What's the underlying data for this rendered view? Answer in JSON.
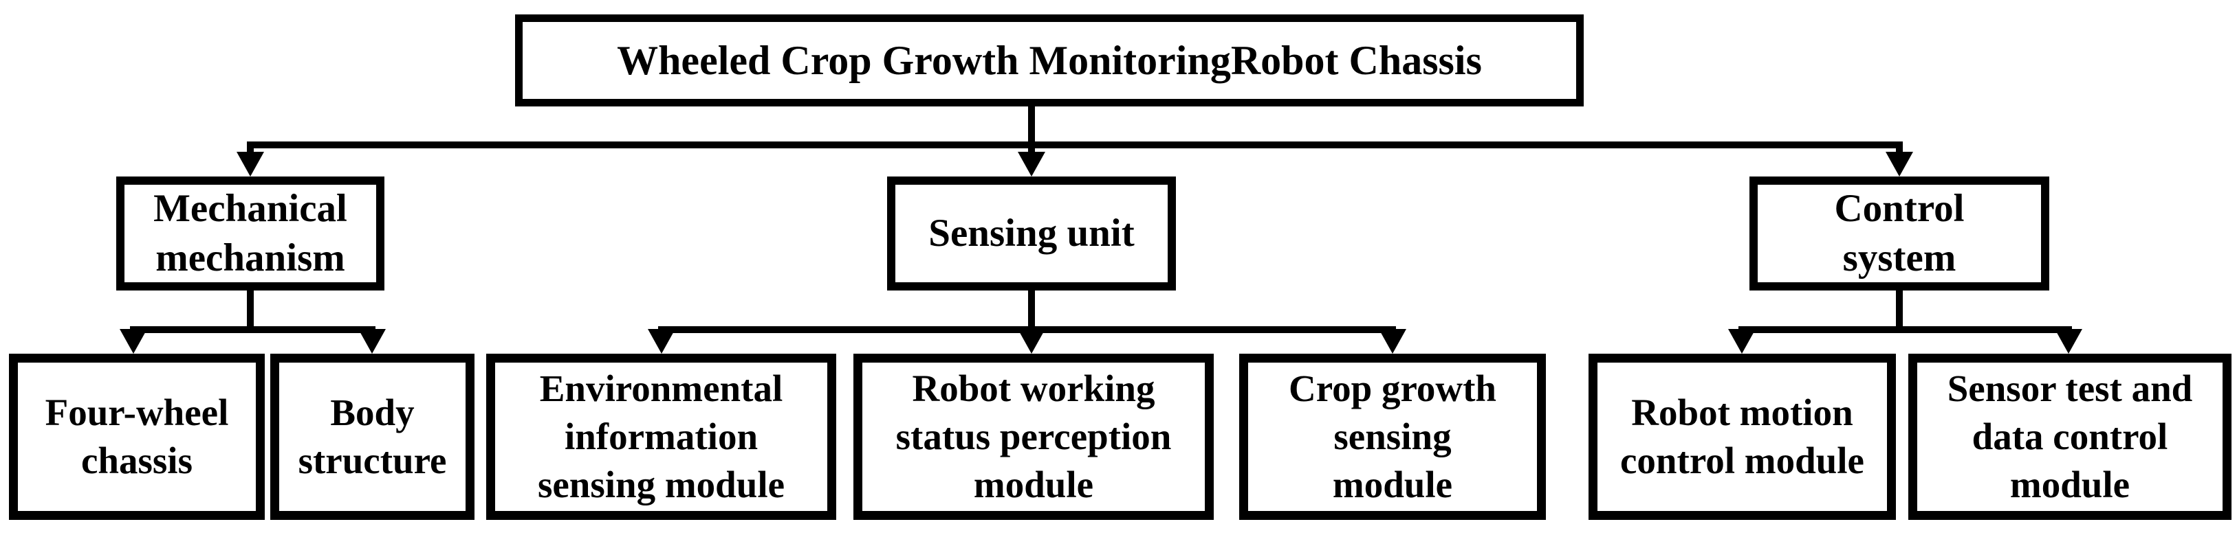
{
  "diagram": {
    "type": "hierarchy-flowchart",
    "colors": {
      "line": "#000000",
      "box_fill": "#ffffff",
      "background": "#ffffff",
      "text": "#000000"
    },
    "nodes": {
      "root": "Wheeled Crop Growth MonitoringRobot Chassis",
      "mechanical": "Mechanical\nmechanism",
      "sensing": "Sensing unit",
      "control": "Control\nsystem",
      "four_wheel": "Four-wheel\nchassis",
      "body_structure": "Body\nstructure",
      "environmental": "Environmental\ninformation\nsensing module",
      "robot_working": "Robot working\nstatus perception\nmodule",
      "crop_growth": "Crop growth\nsensing\nmodule",
      "robot_motion": "Robot motion\ncontrol module",
      "sensor_test": "Sensor test and\ndata control\nmodule"
    },
    "edges": [
      [
        "root",
        "mechanical"
      ],
      [
        "root",
        "sensing"
      ],
      [
        "root",
        "control"
      ],
      [
        "mechanical",
        "four_wheel"
      ],
      [
        "mechanical",
        "body_structure"
      ],
      [
        "sensing",
        "environmental"
      ],
      [
        "sensing",
        "robot_working"
      ],
      [
        "sensing",
        "crop_growth"
      ],
      [
        "control",
        "robot_motion"
      ],
      [
        "control",
        "sensor_test"
      ]
    ]
  }
}
